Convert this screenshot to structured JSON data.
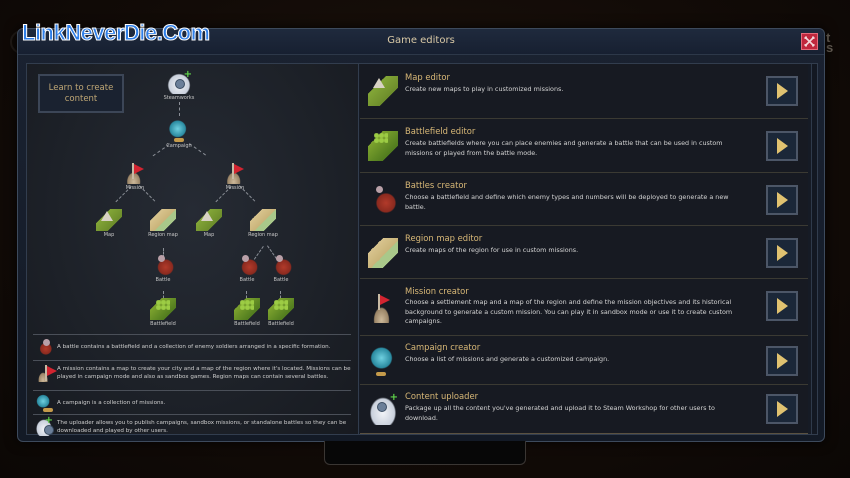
{
  "watermark": "LinkNeverDie.Com",
  "background_text": "t\ns",
  "window": {
    "title": "Game editors",
    "close_label": "✕"
  },
  "left_panel": {
    "learn_button": "Learn to create content",
    "tree": {
      "steamworks": "Steamworks",
      "campaign": "Campaign",
      "missions": [
        {
          "label": "Mission",
          "map": "Map",
          "region_map": "Region map",
          "battles": [
            {
              "label": "Battle",
              "battlefield": "Battlefield"
            }
          ]
        },
        {
          "label": "Mission",
          "map": "Map",
          "region_map": "Region map",
          "battles": [
            {
              "label": "Battle",
              "battlefield": "Battlefield"
            },
            {
              "label": "Battle",
              "battlefield": "Battlefield"
            }
          ]
        }
      ]
    },
    "legend": [
      {
        "icon": "battle-icon",
        "text": "A battle contains a battlefield and a collection of enemy soldiers arranged in a specific formation."
      },
      {
        "icon": "mission-flag-icon",
        "text": "A mission contains a map to create your city and a map of the region where it's located. Missions can be played in campaign mode and also as sandbox games. Region maps can contain several battles."
      },
      {
        "icon": "campaign-globe-icon",
        "text": "A campaign is a collection of missions."
      },
      {
        "icon": "steam-upload-icon",
        "text": "The uploader allows you to publish campaigns, sandbox missions, or standalone battles so they can be downloaded and played by other users."
      }
    ]
  },
  "editors": [
    {
      "icon": "map-icon",
      "title": "Map editor",
      "description": "Create new maps to play in customized missions."
    },
    {
      "icon": "battlefield-icon",
      "title": "Battlefield editor",
      "description": "Create battlefields where you can place enemies and generate a battle that can be used in custom missions or played from the battle mode."
    },
    {
      "icon": "battle-icon",
      "title": "Battles creator",
      "description": "Choose a battlefield and define which enemy types and numbers will be deployed to generate a new battle."
    },
    {
      "icon": "region-map-icon",
      "title": "Region map editor",
      "description": "Create maps of the region for use in custom missions."
    },
    {
      "icon": "mission-flag-icon",
      "title": "Mission creator",
      "description": "Choose a settlement map and a map of the region and define the mission objectives and its historical background to generate a custom mission. You can play it in sandbox mode or use it to create custom campaigns."
    },
    {
      "icon": "campaign-globe-icon",
      "title": "Campaign creator",
      "description": "Choose a list of missions and generate a customized campaign."
    },
    {
      "icon": "steam-upload-icon",
      "title": "Content uploader",
      "description": "Package up all the content you've generated and upload it to Steam Workshop for other users to download."
    }
  ],
  "colors": {
    "accent_gold": "#d8b877",
    "close_red": "#c0273d",
    "play_triangle": "#e0c270",
    "panel_bg": "#171a22"
  }
}
